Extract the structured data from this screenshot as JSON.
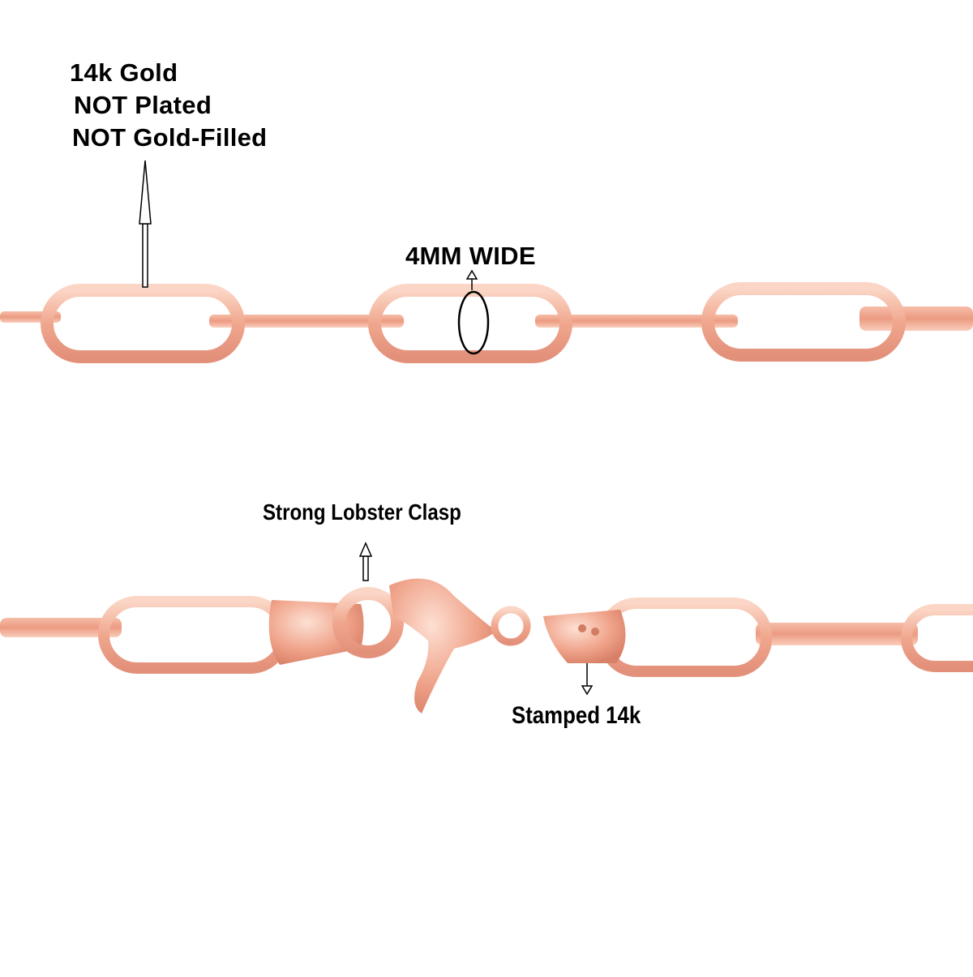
{
  "labels": {
    "material": [
      "14k Gold",
      "NOT Plated",
      "NOT Gold-Filled"
    ],
    "width": "4MM WIDE",
    "clasp": "Strong Lobster Clasp",
    "stamp": "Stamped 14k"
  },
  "colors": {
    "metal": "#f1a88f",
    "metal_light": "#fbd2c1",
    "metal_dark": "#d9826a",
    "annotation": "#000000",
    "background": "#ffffff"
  }
}
